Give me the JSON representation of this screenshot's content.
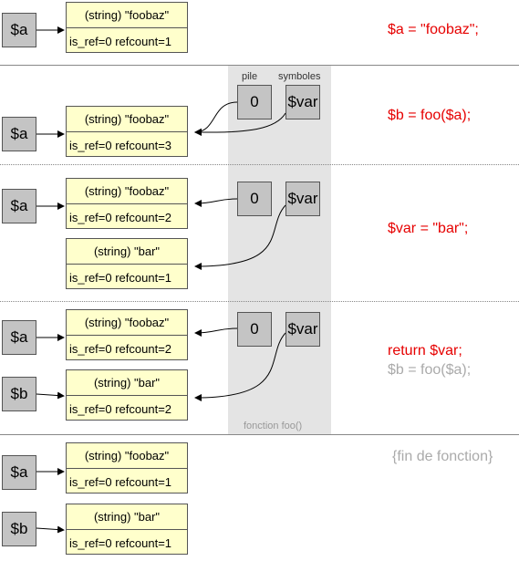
{
  "labels": {
    "pile": "pile",
    "symboles": "symboles",
    "frame": "fonction foo()"
  },
  "var_names": {
    "a": "$a",
    "b": "$b",
    "var": "$var"
  },
  "stack_value": "0",
  "zvals": {
    "foobaz": "(string) \"foobaz\"",
    "bar": "(string) \"bar\"",
    "rc1": "is_ref=0 refcount=1",
    "rc2": "is_ref=0 refcount=2",
    "rc3": "is_ref=0 refcount=3"
  },
  "code": {
    "step1": "$a = \"foobaz\";",
    "step2": "$b = foo($a);",
    "step3": "$var = \"bar\";",
    "step4_main": "return $var;",
    "step4_sub": "$b = foo($a);",
    "step5": "{fin de fonction}"
  },
  "colors": {
    "code_active": "#e60000",
    "code_inactive": "#aaaaaa",
    "zval_fill": "#ffffcc",
    "var_fill": "#c4c4c4",
    "frame_fill": "#e4e4e4"
  }
}
